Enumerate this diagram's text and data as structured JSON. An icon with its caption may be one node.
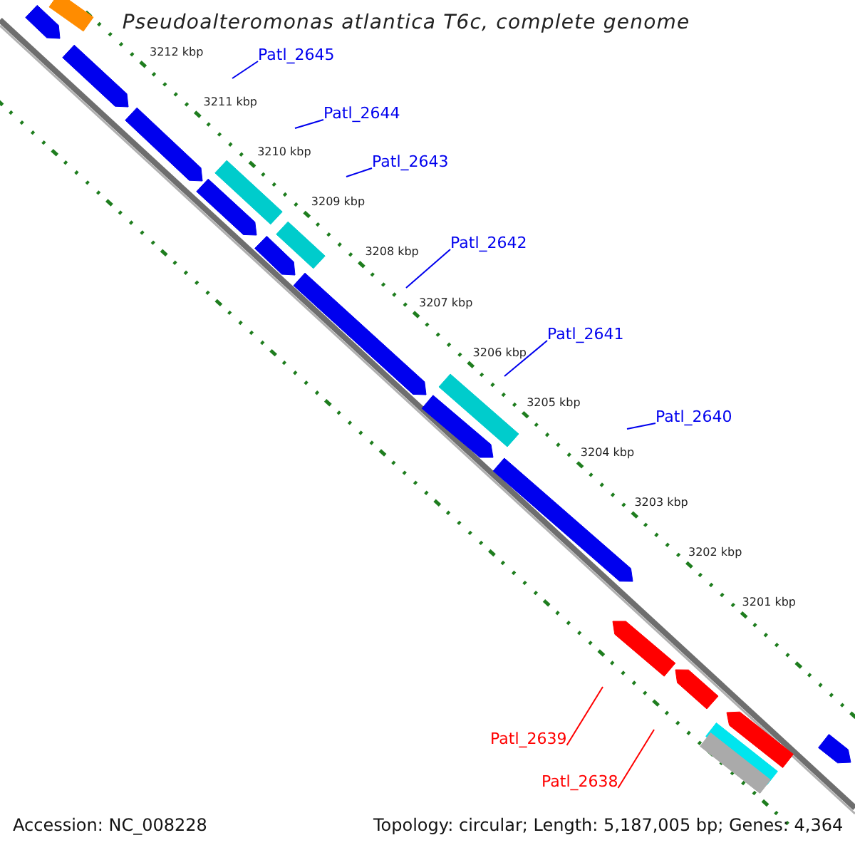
{
  "diagram": {
    "title": "Pseudoalteromonas atlantica T6c, complete genome",
    "nodes": [
      {
        "text": [
          "Patl_2645"
        ]
      },
      {
        "text": [
          "Patl_2644"
        ]
      },
      {
        "text": [
          "Patl_2643"
        ]
      },
      {
        "text": [
          "Patl_2642"
        ]
      },
      {
        "text": [
          "Patl_2641"
        ]
      },
      {
        "text": [
          "Patl_2640"
        ]
      },
      {
        "text": [
          "Patl_2639"
        ]
      },
      {
        "text": [
          "Patl_2638"
        ]
      }
    ],
    "edges": [
      {
        "from": 0,
        "to": null,
        "arrow": "none"
      },
      {
        "from": 1,
        "to": null,
        "arrow": "none"
      },
      {
        "from": 2,
        "to": null,
        "arrow": "none"
      },
      {
        "from": 3,
        "to": null,
        "arrow": "none"
      },
      {
        "from": 4,
        "to": null,
        "arrow": "none"
      },
      {
        "from": 5,
        "to": null,
        "arrow": "none"
      },
      {
        "from": 6,
        "to": null,
        "arrow": "none",
        "color": "#ff0000"
      },
      {
        "from": 7,
        "to": null,
        "arrow": "none",
        "color": "#ff0000"
      }
    ],
    "labels": [
      "3212 kbp",
      "3211 kbp",
      "3210 kbp",
      "3209 kbp",
      "3208 kbp",
      "3207 kbp",
      "3206 kbp",
      "3205 kbp",
      "3204 kbp",
      "3203 kbp",
      "3202 kbp",
      "3201 kbp",
      "Accession: NC_008228",
      "Topology: circular; Length: 5,187,005 bp; Genes: 4,364"
    ]
  }
}
